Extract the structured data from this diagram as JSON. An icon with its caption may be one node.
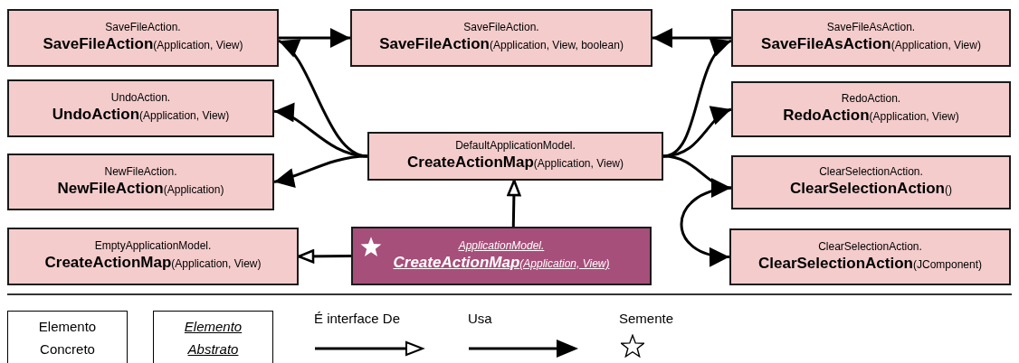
{
  "diagram": {
    "nodes": [
      {
        "text": [
          "SaveFileAction.",
          "**SaveFileAction**(Application, View)"
        ]
      },
      {
        "text": [
          "SaveFileAction.",
          "**SaveFileAction**(Application, View, boolean)"
        ]
      },
      {
        "text": [
          "SaveFileAsAction.",
          "**SaveFileAsAction**(Application, View)"
        ]
      },
      {
        "text": [
          "UndoAction.",
          "**UndoAction**(Application, View)"
        ]
      },
      {
        "text": [
          "RedoAction.",
          "**RedoAction**(Application, View)"
        ]
      },
      {
        "text": [
          "DefaultApplicationModel.",
          "**CreateActionMap**(Application, View)"
        ]
      },
      {
        "text": [
          "NewFileAction.",
          "**NewFileAction**(Application)"
        ]
      },
      {
        "text": [
          "ClearSelectionAction.",
          "**ClearSelectionAction**()"
        ]
      },
      {
        "text": [
          "EmptyApplicationModel.",
          "**CreateActionMap**(Application, View)"
        ]
      },
      {
        "text": [
          "ApplicationModel.",
          "**CreateActionMap**(Application, View)"
        ]
      },
      {
        "text": [
          "ClearSelectionAction.",
          "**ClearSelectionAction**(JComponent)"
        ]
      }
    ],
    "edges": [
      {
        "from": 0,
        "to": 1,
        "arrow": "to"
      },
      {
        "from": 2,
        "to": 1,
        "arrow": "to"
      },
      {
        "from": 5,
        "to": 0,
        "arrow": "to"
      },
      {
        "from": 5,
        "to": 3,
        "arrow": "to"
      },
      {
        "from": 5,
        "to": 6,
        "arrow": "to"
      },
      {
        "from": 5,
        "to": 2,
        "arrow": "to"
      },
      {
        "from": 5,
        "to": 4,
        "arrow": "to"
      },
      {
        "from": 5,
        "to": 7,
        "arrow": "to"
      },
      {
        "from": 7,
        "to": 10,
        "arrow": "to"
      },
      {
        "from": 9,
        "to": 5,
        "arrow": "to"
      },
      {
        "from": 9,
        "to": 8,
        "arrow": "to"
      }
    ],
    "legend": [
      {
        "text": "Elemento Concreto"
      },
      {
        "text": "Elemento Abstrato"
      },
      {
        "text": "É interface De"
      },
      {
        "text": "Usa"
      },
      {
        "text": "Semente"
      }
    ]
  }
}
